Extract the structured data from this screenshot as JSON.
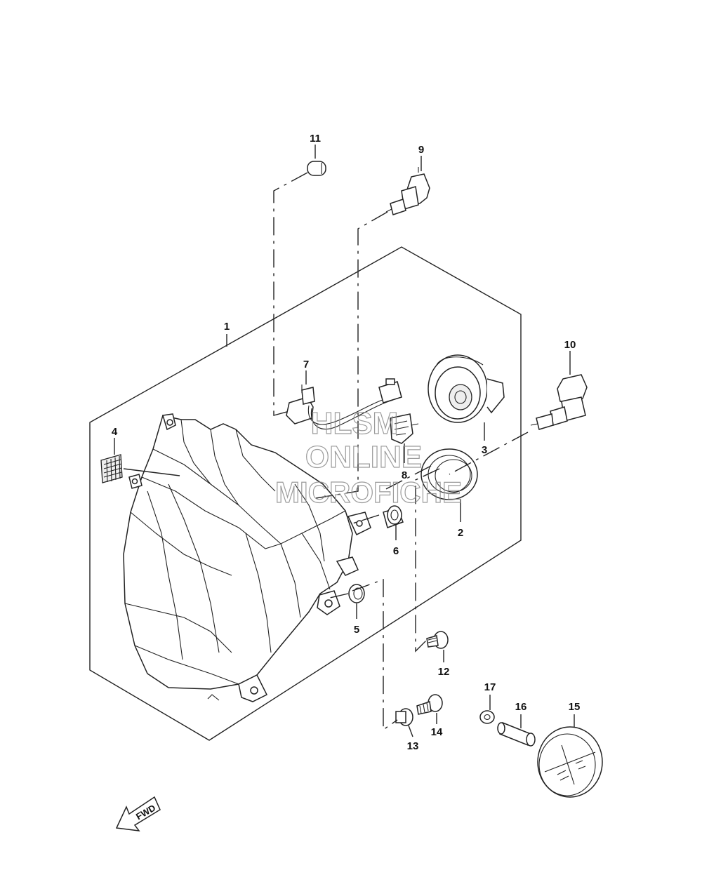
{
  "labels": {
    "p1": "1",
    "p2": "2",
    "p3": "3",
    "p4": "4",
    "p5": "5",
    "p6": "6",
    "p7": "7",
    "p8": "8",
    "p9": "9",
    "p10": "10",
    "p11": "11",
    "p12": "12",
    "p13": "13",
    "p14": "14",
    "p15": "15",
    "p16": "16",
    "p17": "17"
  },
  "watermark": {
    "line1": "HLSM",
    "line2": "ONLINE",
    "line3": "MICROFICHE"
  },
  "direction": {
    "label": "FWD"
  }
}
